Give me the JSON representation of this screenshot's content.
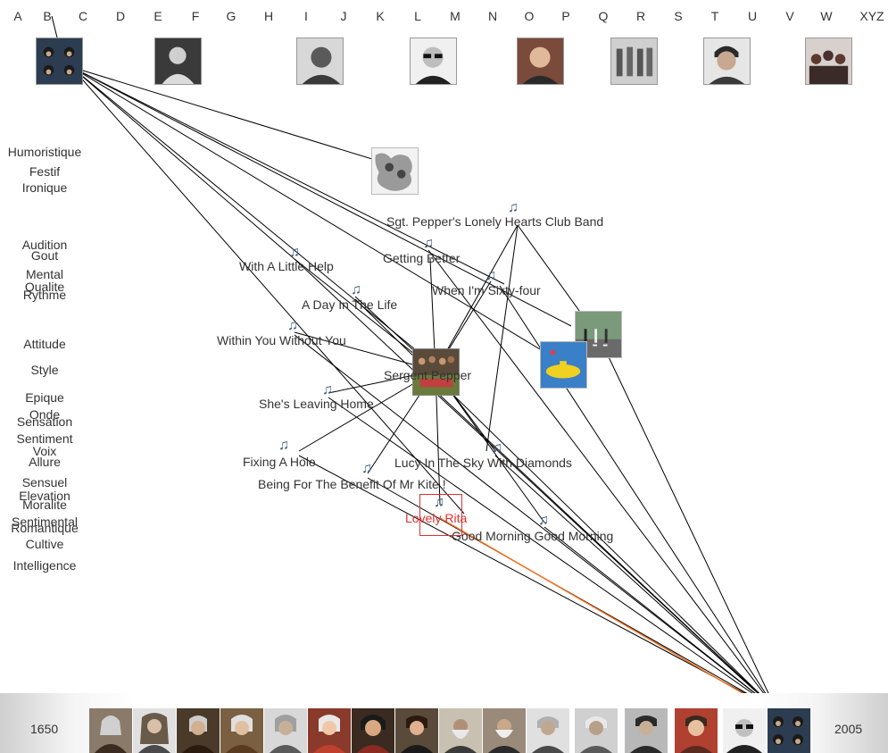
{
  "alphabet": [
    "A",
    "B",
    "C",
    "D",
    "E",
    "F",
    "G",
    "H",
    "I",
    "J",
    "K",
    "L",
    "M",
    "N",
    "O",
    "P",
    "Q",
    "R",
    "S",
    "T",
    "U",
    "V",
    "W",
    "XYZ"
  ],
  "artists": [
    {
      "name": "group-photo",
      "tone": "#2c3d52"
    },
    {
      "name": "singer-portrait",
      "tone": "#3a3a3a"
    },
    {
      "name": "singer-portrait",
      "tone": "#5a5a5a"
    },
    {
      "name": "singer-portrait",
      "tone": "#444444"
    },
    {
      "name": "singer-portrait",
      "tone": "#7a4a3a"
    },
    {
      "name": "group-photo",
      "tone": "#6a6a6a"
    },
    {
      "name": "singer-portrait",
      "tone": "#4a3a30"
    },
    {
      "name": "group-photo",
      "tone": "#4a3030"
    }
  ],
  "moods": [
    "Humoristique",
    "Festif",
    "Ironique",
    "Audition",
    "Gout",
    "Mental",
    "Qualite",
    "Rythme",
    "Attitude",
    "Style",
    "Epique",
    "Onde",
    "Sensation",
    "Sentiment",
    "Voix",
    "Allure",
    "Sensuel",
    "Elevation",
    "Moralite",
    "Sentimental",
    "Romantique",
    "Cultive",
    "Intelligence"
  ],
  "album": {
    "title": "Sergent Pepper"
  },
  "songs": [
    {
      "title": "Sgt. Pepper's Lonely Hearts Club Band"
    },
    {
      "title": "Getting Better"
    },
    {
      "title": "With A Little Help"
    },
    {
      "title": "When I'm Sixty-four"
    },
    {
      "title": "A Day In The Life"
    },
    {
      "title": "Within You Without You"
    },
    {
      "title": "She's Leaving Home"
    },
    {
      "title": "Fixing A Hole"
    },
    {
      "title": "Lucy In The Sky With Diamonds"
    },
    {
      "title": "Being For The Benefit Of Mr Kite !"
    },
    {
      "title": "Lovely Rita"
    },
    {
      "title": "Good Morning Good Morning"
    }
  ],
  "timeline": {
    "start_year": "1650",
    "end_year": "2005"
  },
  "colors": {
    "selected": "#e03030",
    "link": "#000000",
    "highlight_link": "#f07020"
  },
  "icons": {
    "song": "music-note-icon"
  }
}
